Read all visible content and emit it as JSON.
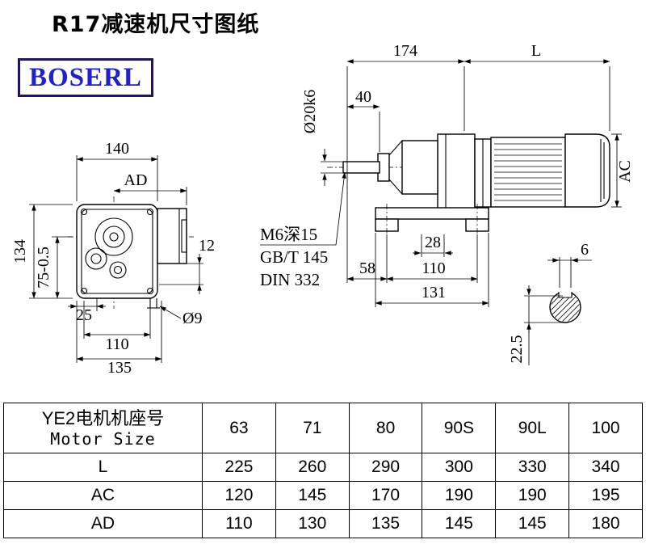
{
  "title": "R17减速机尺寸图纸",
  "logo": "BOSERL",
  "front": {
    "w140": "140",
    "ad": "AD",
    "h134": "134",
    "h75": "75-0.5",
    "d25": "25",
    "d110": "110",
    "d135": "135",
    "d12": "12",
    "hole": "Ø9"
  },
  "side": {
    "d174": "174",
    "L": "L",
    "d40": "40",
    "shaft": "Ø20k6",
    "tap1": "M6深15",
    "tap2": "GB/T 145",
    "tap3": "DIN 332",
    "d28": "28",
    "d58": "58",
    "d110": "110",
    "d131": "131",
    "ac": "AC",
    "key_w": "6",
    "key_t": "22.5"
  },
  "table": {
    "header_cn": "YE2电机机座号",
    "header_en": "Motor Size",
    "columns": [
      "63",
      "71",
      "80",
      "90S",
      "90L",
      "100"
    ],
    "rows": [
      {
        "label": "L",
        "values": [
          "225",
          "260",
          "290",
          "300",
          "330",
          "340"
        ]
      },
      {
        "label": "AC",
        "values": [
          "120",
          "145",
          "170",
          "190",
          "190",
          "195"
        ]
      },
      {
        "label": "AD",
        "values": [
          "110",
          "130",
          "135",
          "145",
          "145",
          "180"
        ]
      }
    ]
  }
}
